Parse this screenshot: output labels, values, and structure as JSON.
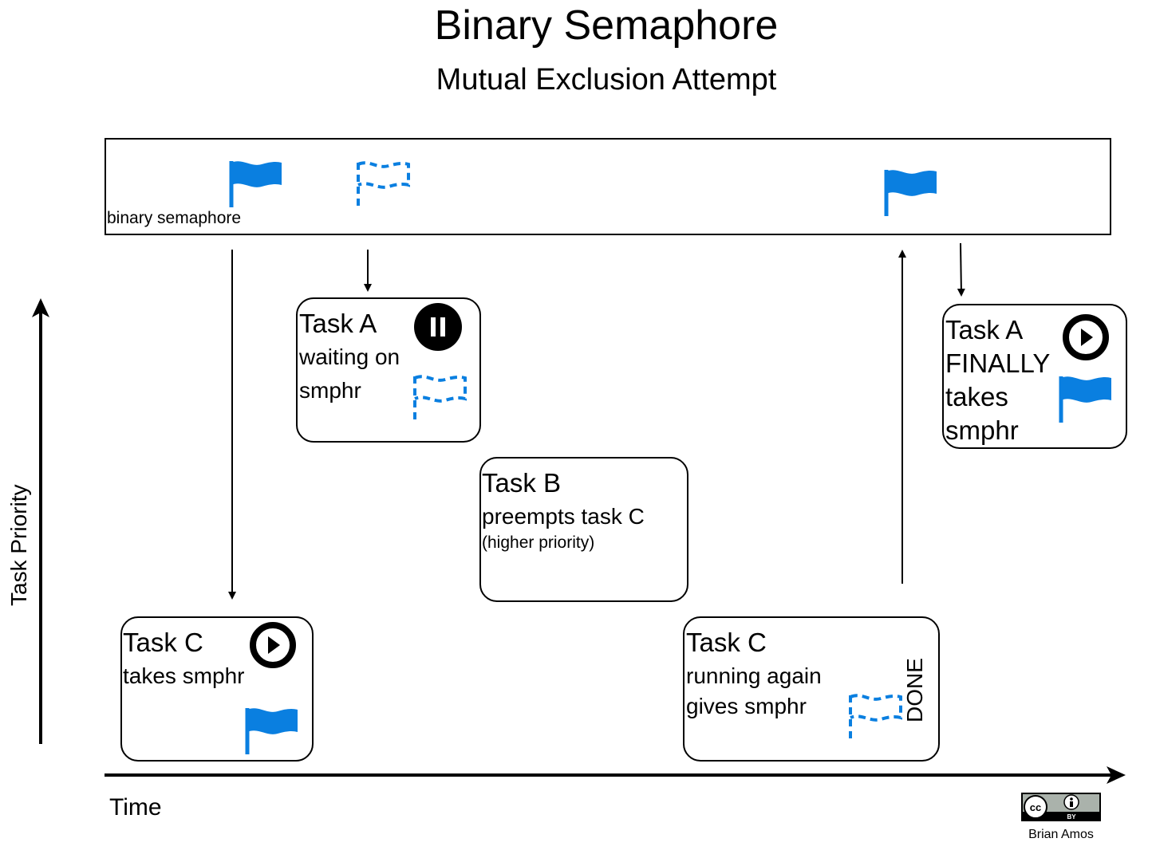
{
  "title": "Binary Semaphore",
  "subtitle": "Mutual Exclusion Attempt",
  "semaphore": {
    "label": "binary semaphore"
  },
  "axes": {
    "y_label": "Task Priority",
    "x_label": "Time"
  },
  "tasks": [
    {
      "title": "Task C",
      "lines": [
        "takes smphr"
      ],
      "state_icon": "play-icon",
      "flag": "solid-flag-icon"
    },
    {
      "title": "Task A",
      "lines": [
        "waiting on",
        "smphr"
      ],
      "state_icon": "pause-icon",
      "flag": "dashed-flag-icon"
    },
    {
      "title": "Task B",
      "lines": [
        "preempts task C"
      ],
      "note": "(higher priority)"
    },
    {
      "title": "Task C",
      "lines": [
        "running again",
        "gives smphr"
      ],
      "flag": "dashed-flag-icon",
      "status": "DONE"
    },
    {
      "title": "Task A",
      "lines": [
        "FINALLY",
        "takes",
        "smphr"
      ],
      "state_icon": "play-icon",
      "flag": "solid-flag-icon"
    }
  ],
  "license": {
    "badge": "cc-by-icon",
    "badge_text": "BY",
    "author": "Brian Amos"
  },
  "colors": {
    "flag": "#0a7fe0",
    "ink": "#000000",
    "background": "#ffffff"
  }
}
